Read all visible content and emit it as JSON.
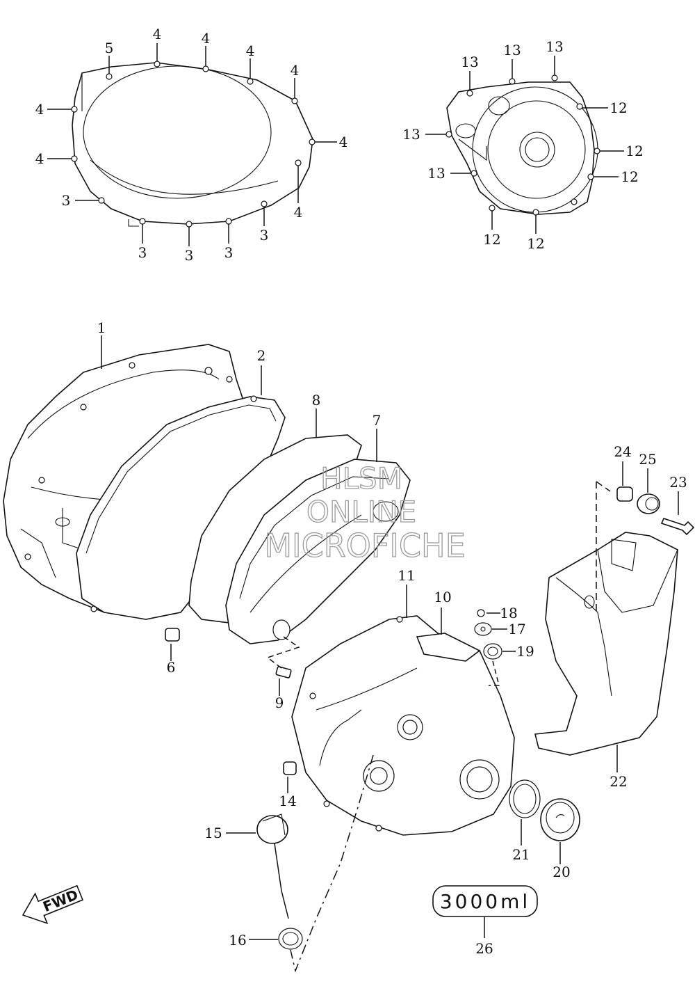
{
  "labels": {
    "p1": "1",
    "p2": "2",
    "p3": "3",
    "p4": "4",
    "p5": "5",
    "p6": "6",
    "p7": "7",
    "p8": "8",
    "p9": "9",
    "p10": "10",
    "p11": "11",
    "p12": "12",
    "p13": "13",
    "p14": "14",
    "p15": "15",
    "p16": "16",
    "p17": "17",
    "p18": "18",
    "p19": "19",
    "p20": "20",
    "p21": "21",
    "p22": "22",
    "p23": "23",
    "p24": "24",
    "p25": "25",
    "p26": "26"
  },
  "watermark": {
    "line1": "HLSM",
    "line2": "ONLINE",
    "line3": "MICROFICHE"
  },
  "badge": {
    "text": "3000ml"
  },
  "fwd": {
    "text": "FWD",
    "icon": "fwd-arrow-icon"
  }
}
